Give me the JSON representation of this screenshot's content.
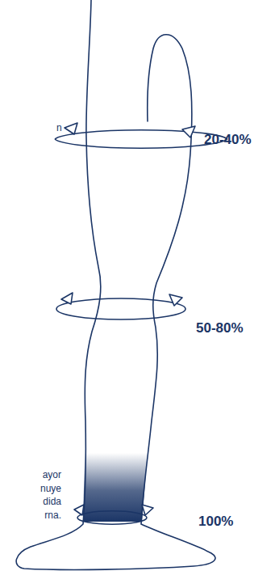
{
  "diagram": {
    "labels": [
      "n",
      "20-40%",
      "50-80%",
      "100%",
      "ayor nuye dida rna."
    ]
  }
}
